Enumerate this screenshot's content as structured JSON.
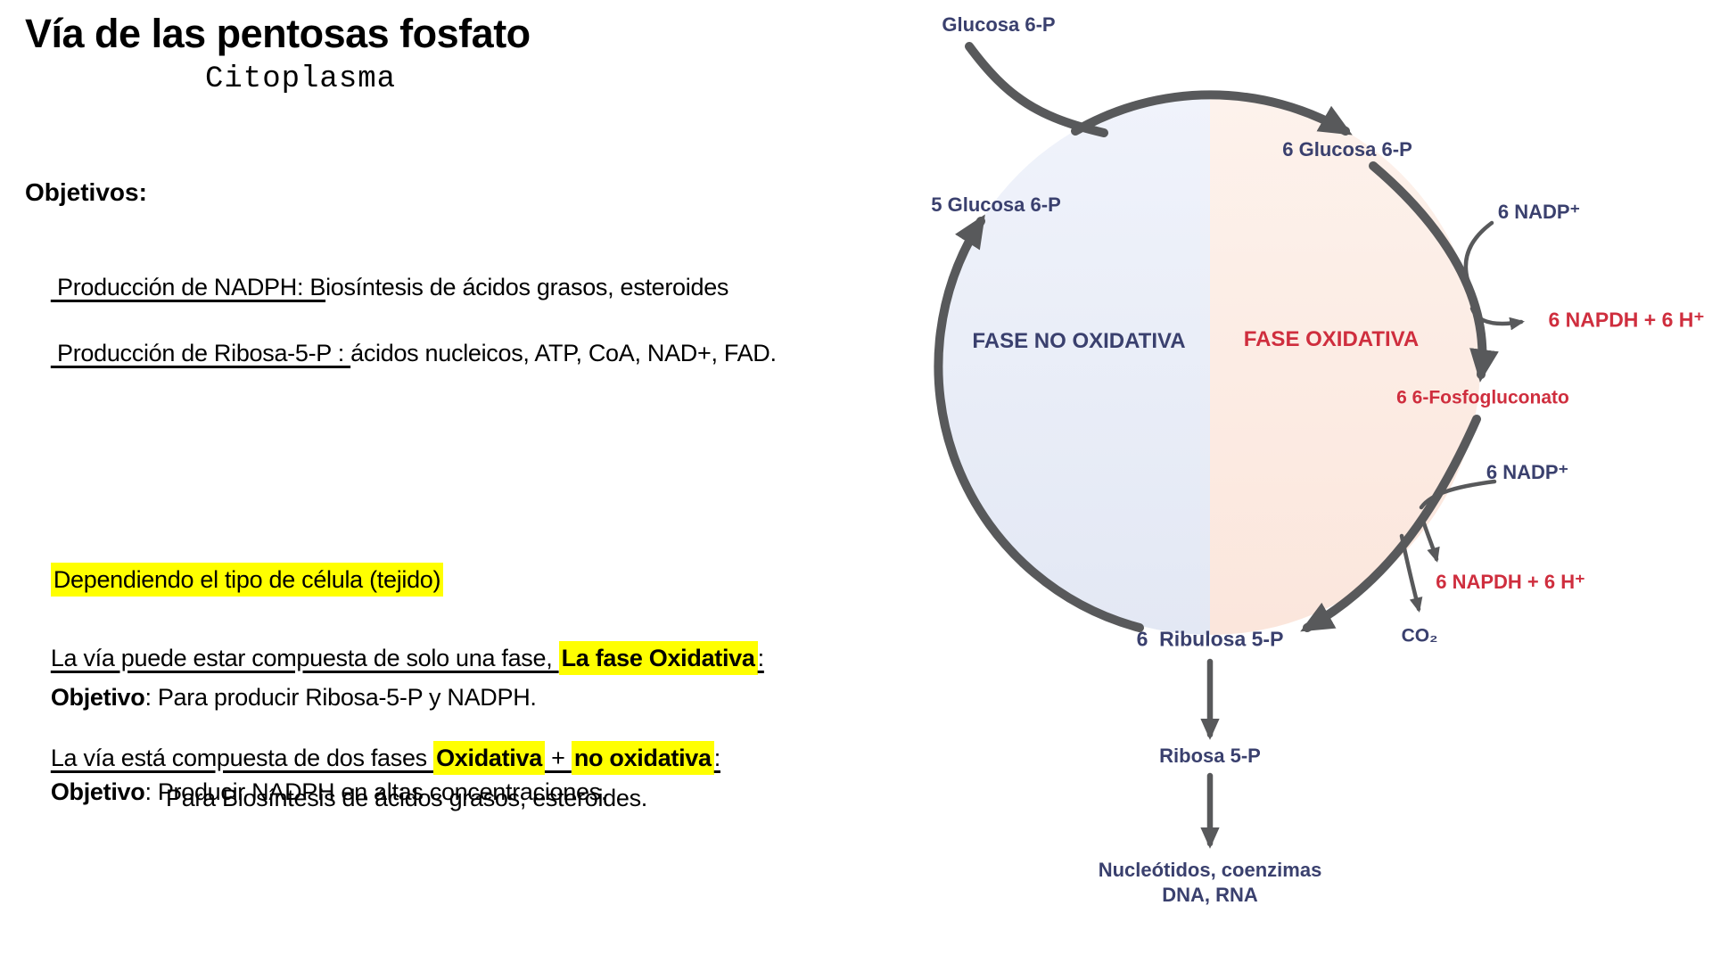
{
  "slide": {
    "title": "Vía de las pentosas fosfato",
    "subtitle": "Citoplasma",
    "objectives_heading": "Objetivos:",
    "bullet1_underlined": " Producción de NADPH: B",
    "bullet1_rest": "iosíntesis de ácidos grasos, esteroides",
    "bullet2_underlined": " Producción de Ribosa-5-P : ",
    "bullet2_rest": "ácidos nucleicos, ATP, CoA, NAD+, FAD.",
    "highlight_note": "Dependiendo el tipo de célula (tejido)",
    "para1_lead": "La vía puede estar compuesta de solo una fase, ",
    "para1_highlight": "La fase Oxidativa",
    "para1_colon": ":",
    "para1_obj_label": "Objetivo",
    "para1_obj_text": ": Para producir Ribosa-5-P y NADPH.",
    "para2_lead": "La vía está compuesta de dos fases ",
    "para2_highlight1": "Oxidativa",
    "para2_plus": " + ",
    "para2_highlight2": "no oxidativa",
    "para2_colon": ":",
    "para2_obj_label": "Objetivo",
    "para2_obj_text": ": Producir NADPH en altas concentraciones.",
    "para2_line3": "Para Biosíntesis de ácidos grasos, esteroides."
  },
  "diagram": {
    "labels": {
      "glucosa_top": "Glucosa 6-P",
      "five_glucosa": "5 Glucosa 6-P",
      "six_glucosa": "6 Glucosa 6-P",
      "phase_left": "FASE NO OXIDATIVA",
      "phase_right": "FASE OXIDATIVA",
      "nadp1": "6 NADP⁺",
      "nadph1": "6 NAPDH + 6 H⁺",
      "fosfogluconato": "6 6-Fosfogluconato",
      "nadp2": "6 NADP⁺",
      "nadph2": "6 NAPDH + 6 H⁺",
      "co2": "CO₂",
      "ribulosa": "6  Ribulosa 5-P",
      "ribosa": "Ribosa 5-P",
      "nucleotidos": "Nucleótidos, coenzimas",
      "dna": "DNA, RNA"
    },
    "colors": {
      "navy_text": "#3a406e",
      "red_text": "#cf2e3e",
      "arrow": "#58595b",
      "circle_left": "#ecf0fa",
      "circle_right": "#fdece5",
      "highlight": "#ffff00"
    }
  }
}
